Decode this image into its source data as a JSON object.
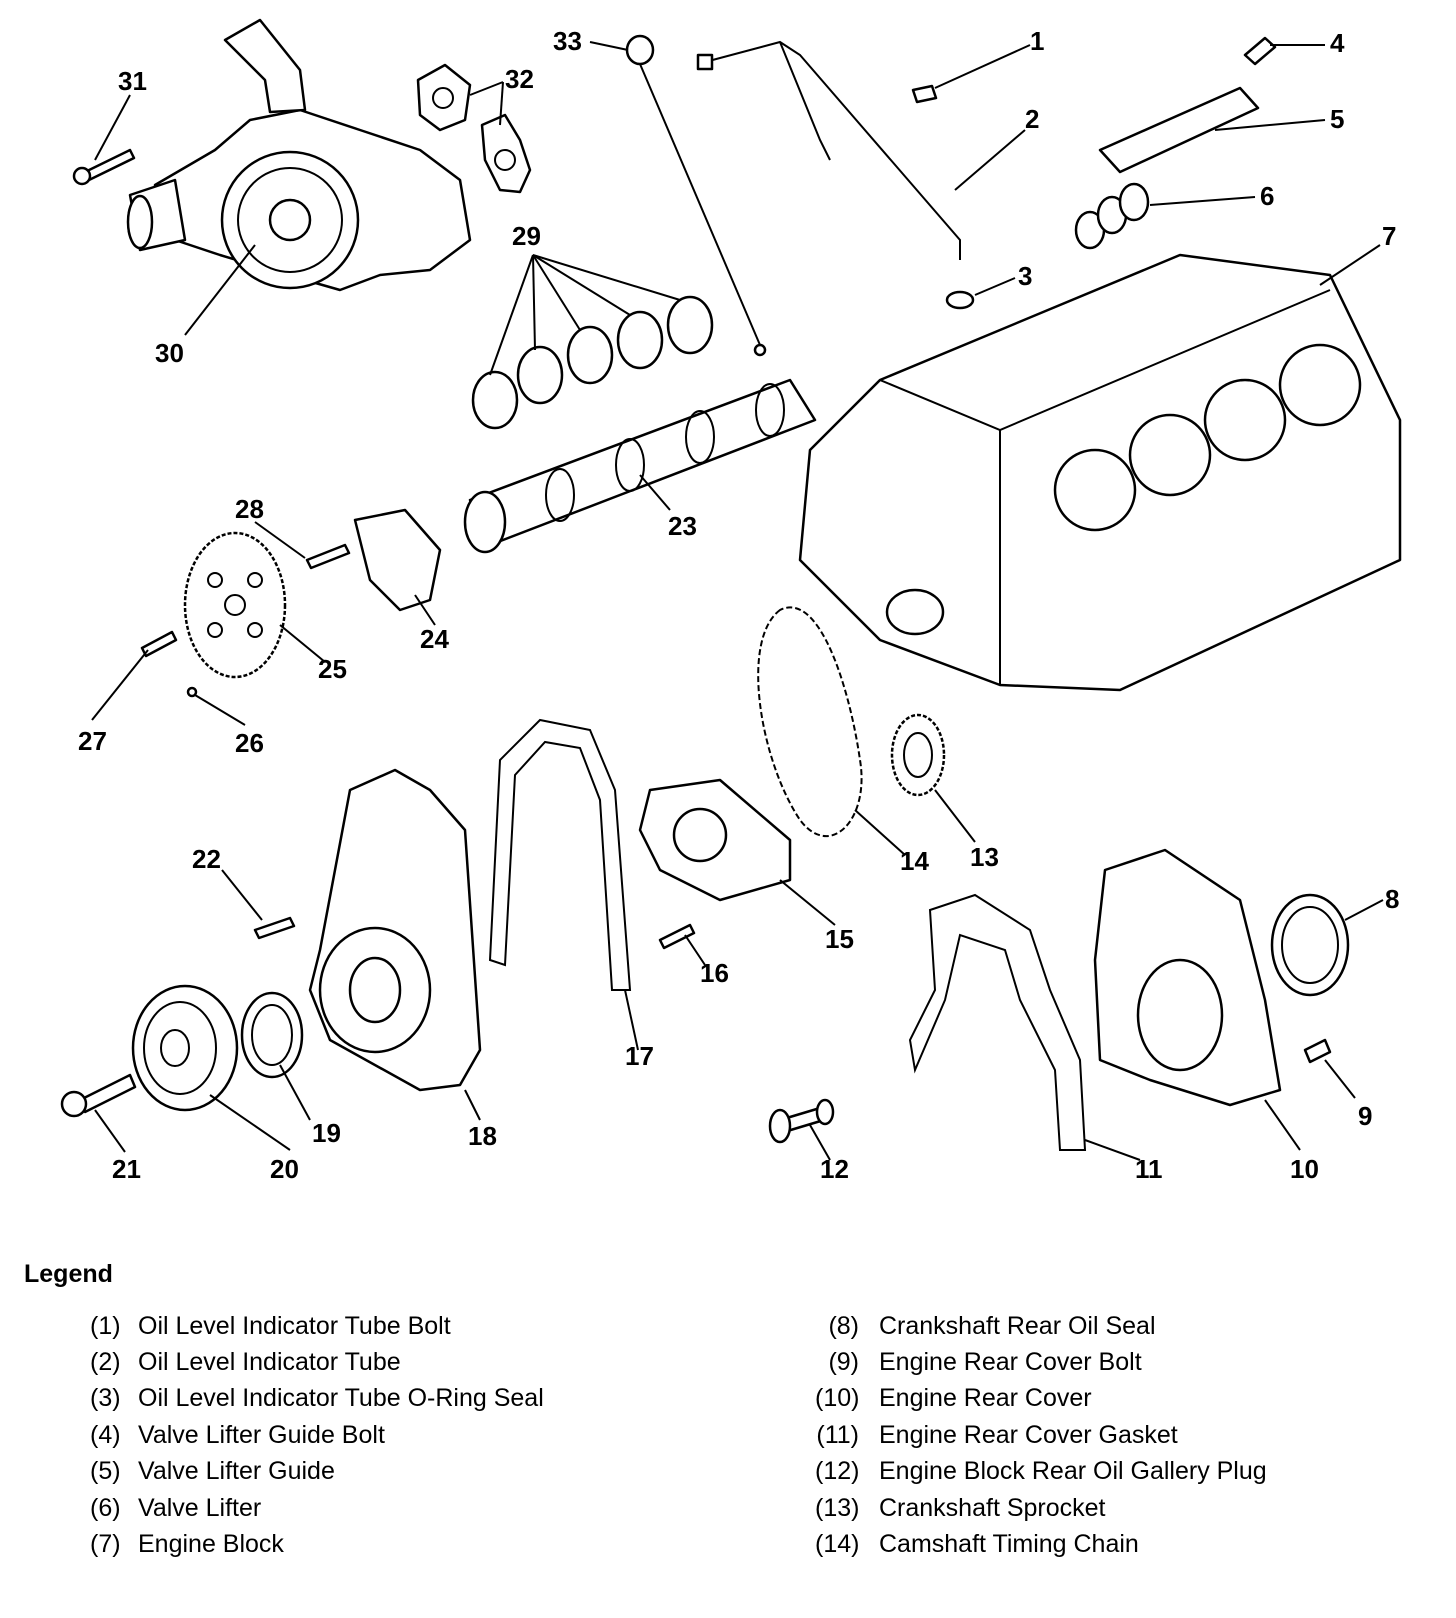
{
  "callouts": [
    "1",
    "2",
    "3",
    "4",
    "5",
    "6",
    "7",
    "8",
    "9",
    "10",
    "11",
    "12",
    "13",
    "14",
    "15",
    "16",
    "17",
    "18",
    "19",
    "20",
    "21",
    "22",
    "23",
    "24",
    "25",
    "26",
    "27",
    "28",
    "29",
    "30",
    "31",
    "32",
    "33"
  ],
  "legend": {
    "title": "Legend",
    "items_left": [
      {
        "num": "(1)",
        "label": "Oil Level Indicator Tube Bolt"
      },
      {
        "num": "(2)",
        "label": "Oil Level Indicator Tube"
      },
      {
        "num": "(3)",
        "label": "Oil Level Indicator Tube O-Ring Seal"
      },
      {
        "num": "(4)",
        "label": "Valve Lifter Guide Bolt"
      },
      {
        "num": "(5)",
        "label": "Valve Lifter Guide"
      },
      {
        "num": "(6)",
        "label": "Valve Lifter"
      },
      {
        "num": "(7)",
        "label": "Engine Block"
      }
    ],
    "items_right": [
      {
        "num": "(8)",
        "label": "Crankshaft Rear Oil Seal"
      },
      {
        "num": "(9)",
        "label": "Engine Rear Cover Bolt"
      },
      {
        "num": "(10)",
        "label": "Engine Rear Cover"
      },
      {
        "num": "(11)",
        "label": "Engine Rear Cover Gasket"
      },
      {
        "num": "(12)",
        "label": "Engine Block Rear Oil Gallery Plug"
      },
      {
        "num": "(13)",
        "label": "Crankshaft Sprocket"
      },
      {
        "num": "(14)",
        "label": "Camshaft Timing Chain"
      }
    ]
  }
}
